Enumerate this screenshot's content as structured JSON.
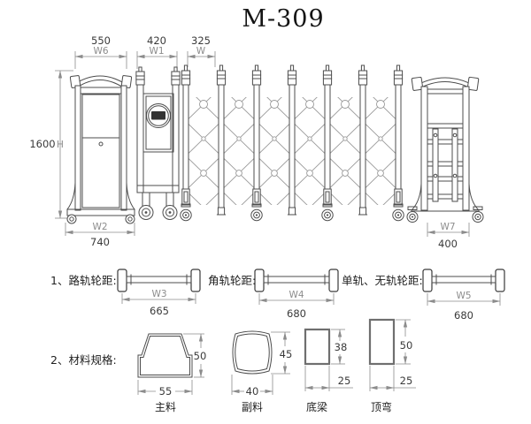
{
  "title": "M-309",
  "front_view": {
    "left_post": {
      "width": "550",
      "width_var": "W6",
      "height": "1600",
      "height_var": "H",
      "base_var": "W2",
      "base": "740"
    },
    "motor_unit": {
      "width": "420",
      "width_var": "W1"
    },
    "retractable_section": {
      "width": "325",
      "width_var": "W"
    },
    "end_post": {
      "base_var": "W7",
      "base": "400"
    }
  },
  "wheelbase_section": {
    "items": [
      {
        "label": "1、路轨轮距:",
        "var": "W3",
        "value": "665"
      },
      {
        "label": "角轨轮距:",
        "var": "W4",
        "value": "680"
      },
      {
        "label": "单轨、无轨轮距:",
        "var": "W5",
        "value": "680"
      }
    ]
  },
  "materials_section": {
    "label": "2、材料规格:",
    "profiles": [
      {
        "name": "主料",
        "width": "55",
        "height": "50"
      },
      {
        "name": "副料",
        "width": "40",
        "height": "45"
      },
      {
        "name": "底梁",
        "width": "25",
        "height": "38"
      },
      {
        "name": "顶弯",
        "width": "25",
        "height": "50"
      }
    ]
  },
  "colors": {
    "outline": "#4d4d4d",
    "dimension": "#8c8c8c",
    "heavy_profile": "#6f6f6f",
    "text_dark": "#3a3a3a",
    "background": "#ffffff",
    "logo_badge": "#333333"
  }
}
